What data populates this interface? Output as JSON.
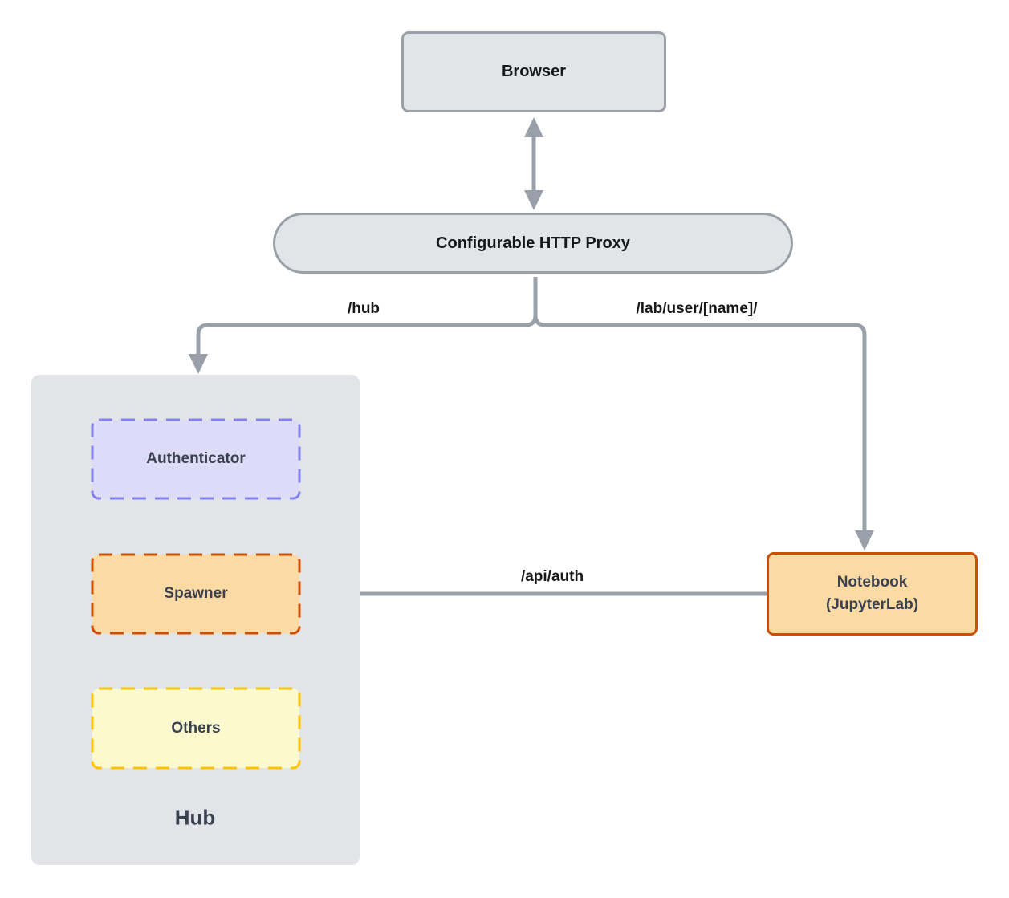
{
  "diagram": {
    "nodes": {
      "browser": {
        "label": "Browser"
      },
      "proxy": {
        "label": "Configurable HTTP Proxy"
      },
      "hub": {
        "label": "Hub"
      },
      "authenticator": {
        "label": "Authenticator"
      },
      "spawner": {
        "label": "Spawner"
      },
      "others": {
        "label": "Others"
      },
      "notebook": {
        "label_line1": "Notebook",
        "label_line2": "(JupyterLab)"
      }
    },
    "edges": {
      "hub_route": {
        "label": "/hub"
      },
      "lab_route": {
        "label": "/lab/user/[name]/"
      },
      "api_auth": {
        "label": "/api/auth"
      }
    },
    "colors": {
      "connector": "#9aa0aa",
      "node_gray_fill": "#e2e5e8",
      "node_gray_border": "#99a0a7",
      "hub_fill": "#e2e4e8",
      "authenticator_fill": "#dedbf9",
      "authenticator_border": "#8581ec",
      "spawner_fill": "#fbdaa3",
      "spawner_border": "#cf4e00",
      "others_fill": "#fbf9cd",
      "others_border": "#fbc505",
      "notebook_fill": "#fbdaa3",
      "notebook_border": "#cf4e00"
    }
  }
}
